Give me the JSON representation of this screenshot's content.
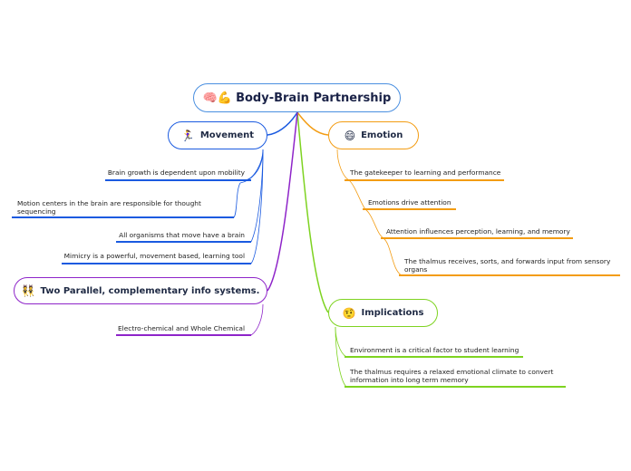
{
  "central": {
    "title": "Body-Brain Partnership",
    "icons": "🧠💪"
  },
  "branches": {
    "movement": {
      "label": "Movement",
      "icon": "🏃‍♀️",
      "leaves": [
        "Brain growth is dependent upon mobility",
        "Motion centers in the brain are responsible for thought sequencing",
        "All organisms that move have a brain",
        "Mimicry is a powerful, movement based, learning tool"
      ]
    },
    "emotion": {
      "label": "Emotion",
      "icon": "😄",
      "leaves": [
        "The gatekeeper to learning and performance",
        "Emotions drive attention",
        "Attention influences perception, learning, and memory",
        "The thalmus receives, sorts, and forwards input from sensory organs"
      ]
    },
    "implications": {
      "label": "Implications",
      "icon": "🤨",
      "leaves": [
        "Environment is a critical factor to student learning",
        "The thalmus requires a relaxed emotional climate to convert information into long term memory"
      ]
    },
    "two_parallel": {
      "label": "Two Parallel, complementary info systems.",
      "icon": "👯",
      "leaves": [
        "Electro-chemical and Whole Chemical"
      ]
    }
  },
  "colors": {
    "movement": "#1a5ae0",
    "emotion": "#f39c12",
    "implications": "#7ed321",
    "two_parallel": "#8e24c9",
    "central": "#4a8fe0"
  }
}
